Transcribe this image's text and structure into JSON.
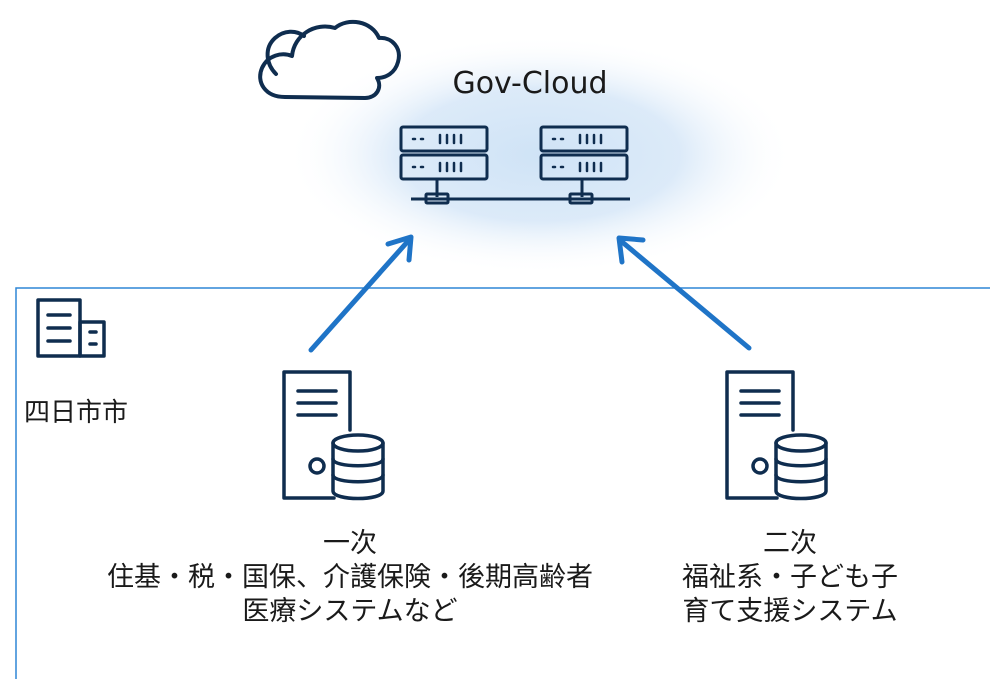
{
  "cloud": {
    "label": "Gov-Cloud",
    "icon": "cloud-icon",
    "glow_color": "#cfe3f6"
  },
  "city": {
    "label": "四日市市",
    "icon": "building-icon",
    "border_color": "#2f86d6"
  },
  "systems": [
    {
      "title": "一次",
      "lines": [
        "住基・税・国保、介護保険・後期高齢者",
        "医療システムなど"
      ],
      "icon": "database-server-icon"
    },
    {
      "title": "二次",
      "lines": [
        "福祉系・子ども子",
        "育て支援システム"
      ],
      "icon": "database-server-icon"
    }
  ],
  "colors": {
    "arrow": "#1f74c7",
    "icon_stroke": "#0f2d4f",
    "text": "#1a1a1a"
  }
}
